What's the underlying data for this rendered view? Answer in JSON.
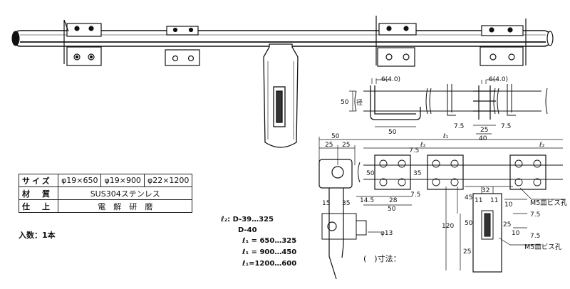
{
  "spec_table": {
    "rows": [
      {
        "label": "サイズ",
        "values": [
          "φ19×650",
          "φ19×900",
          "φ22×1200"
        ]
      },
      {
        "label": "材　質",
        "values": [
          "SUS304ステンレス"
        ]
      },
      {
        "label": "仕　上",
        "values": [
          "電　解　研　磨"
        ]
      }
    ]
  },
  "quantity": "入数：1本",
  "formulas": {
    "l2_d39": "ℓ₂: D-39…325",
    "l2_d40": "D-40",
    "l1_650": "ℓ₁ = 650…325",
    "l1_900": "ℓ₁ = 900…450",
    "l1_1200": "ℓ₁=1200…600"
  },
  "note_parentheses": "(　)寸法：",
  "dimensions": {
    "d_6_a": "6(4.0)",
    "d_6_b": "6(4.0)",
    "d_50_side": "50",
    "diam_label": "径",
    "d_50_bracket": "50",
    "d_7_5_a": "7.5",
    "d_25_a": "25",
    "d_7_5_b": "7.5",
    "d_40": "40",
    "d_50_top": "50",
    "d_25_l": "25",
    "d_25_r": "25",
    "d_l1": "ℓ₁",
    "d_l2_a": "ℓ₂",
    "d_l2_b": "ℓ₂",
    "d_7_5_c": "7.5",
    "d_50_plate": "50",
    "d_35": "35",
    "d_14_5": "14.5",
    "d_28": "28",
    "d_7_5_d": "7.5",
    "d_50_bottom": "50",
    "d_45": "45",
    "d_32": "32",
    "d_11_a": "11",
    "d_11_b": "11",
    "d_10": "10",
    "d_120": "120",
    "d_50_handle": "50",
    "d_25_handle": "25",
    "d_25_slot": "25",
    "d_10_slot": "10",
    "d_7_5_e": "7.5",
    "d_7_5_f": "7.5",
    "d_15": "15",
    "d_35_side": "35",
    "d_phi13": "φ13",
    "m5_a": "M5皿ビス孔",
    "m5_b": "M5皿ビス孔"
  }
}
